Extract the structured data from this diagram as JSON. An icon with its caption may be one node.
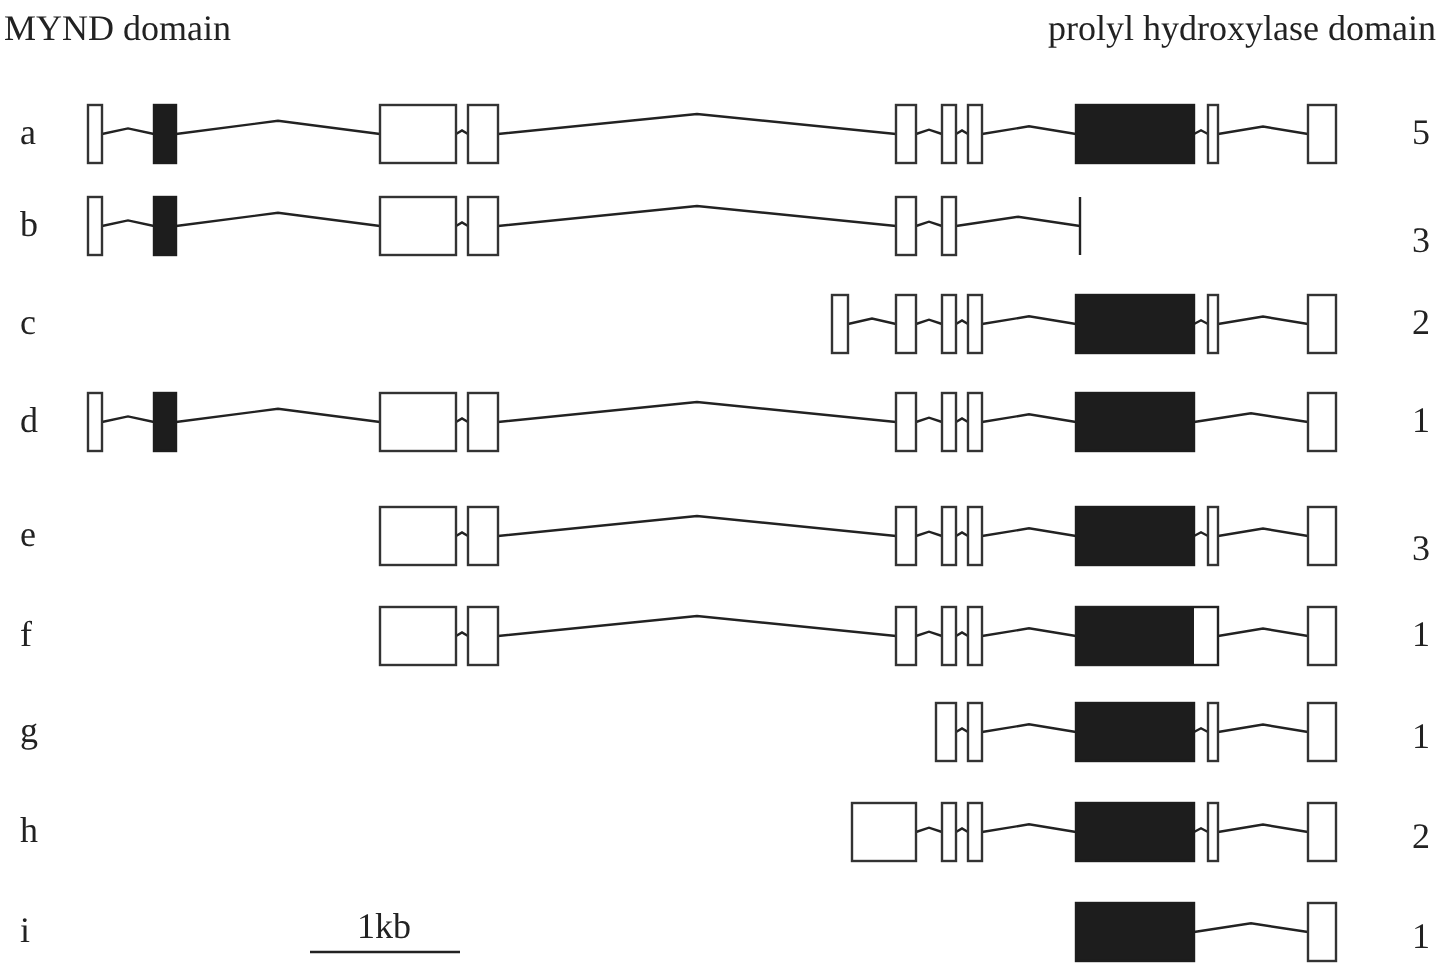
{
  "diagram": {
    "labels": [
      "MYND domain",
      "prolyl hydroxylase domain",
      "a",
      "5",
      "b",
      "3",
      "c",
      "2",
      "d",
      "1",
      "e",
      "3",
      "f",
      "1",
      "g",
      "1",
      "h",
      "2",
      "i",
      "1kb",
      "1"
    ]
  }
}
